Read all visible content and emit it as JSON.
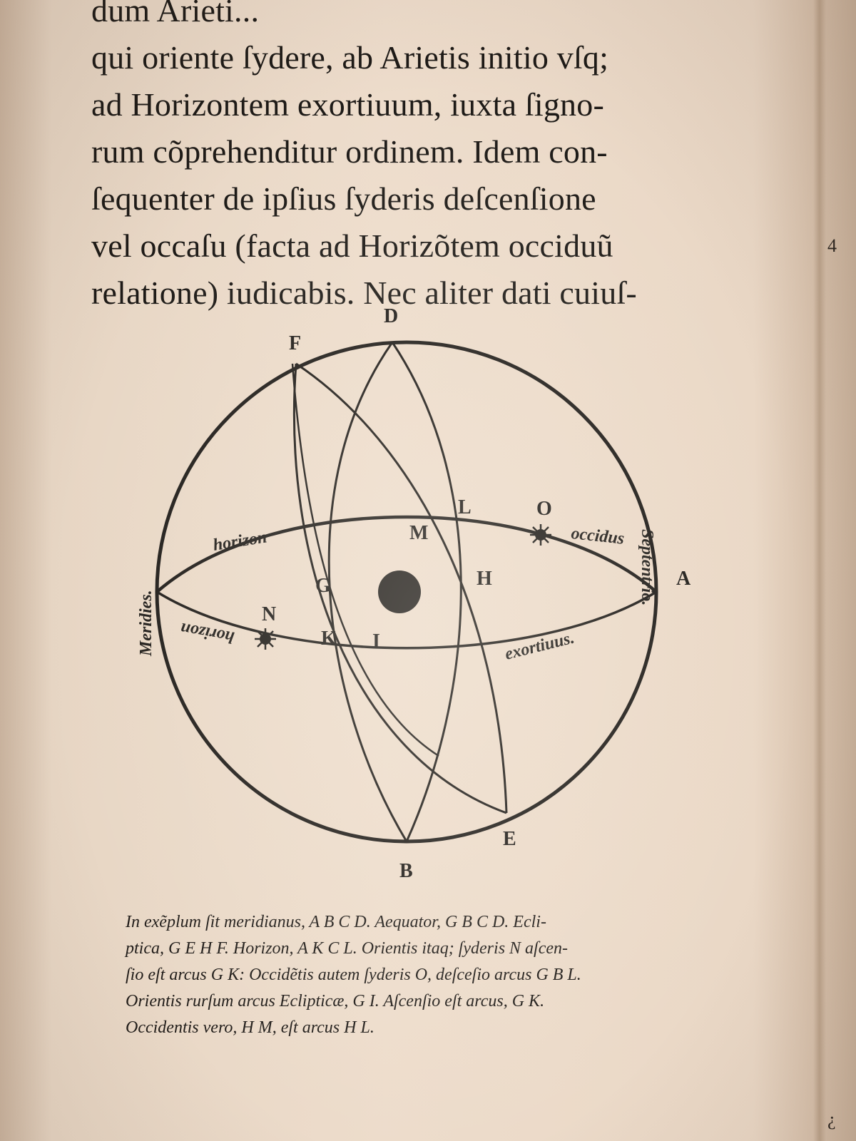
{
  "page": {
    "body_lines": [
      "dum Arieti...",
      "qui oriente ſydere, ab Arietis initio vſq;",
      "ad Horizontem exortiuum, iuxta ſigno-",
      "rum cõprehenditur ordinem. Idem con-",
      "ſequenter de ipſius ſyderis deſcenſione",
      "vel occaſu (facta ad Horizõtem occiduũ",
      "relatione) iudicabis. Nec aliter dati cuiuſ-"
    ],
    "margin_marks": [
      "4",
      "¿"
    ]
  },
  "diagram": {
    "point_labels": {
      "D": "D",
      "F": "F",
      "A": "A",
      "B": "B",
      "E": "E",
      "L": "L",
      "O": "O",
      "M": "M",
      "G": "G",
      "H": "H",
      "N": "N",
      "K": "K",
      "I": "I"
    },
    "words": {
      "horizon_upper": "horizon",
      "occidus": "occidus",
      "horizon_lower": "horizon",
      "exortiuus": "exortiuus.",
      "meridies": "Meridies.",
      "septentrio": "Septentrio."
    }
  },
  "caption": {
    "lines": [
      "In exẽplum ſit meridianus, A B C D. Aequator, G B C D. Ecli-",
      "ptica, G E H F. Horizon, A K C L. Orientis itaq; ſyderis N aſcen-",
      "ſio eſt arcus G K: Occidẽtis autem ſyderis O, deſceſio arcus G B L.",
      "Orientis rurſum arcus Eclipticæ, G I. Aſcenſio eſt arcus, G K.",
      "Occidentis vero, H M, eſt arcus H L."
    ]
  },
  "colors": {
    "paper": "#eddccb",
    "ink": "#1d1a17"
  }
}
